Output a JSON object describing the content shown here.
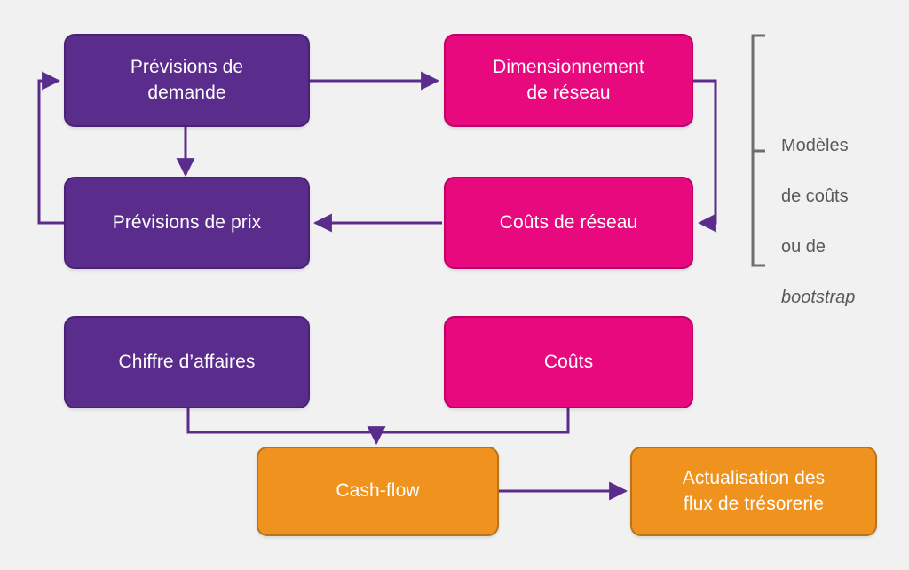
{
  "diagram": {
    "title_present": false,
    "background_color": "#f2f1f1",
    "colors": {
      "purple": "#5a2d8c",
      "purple_border": "#4a2275",
      "pink": "#e8097e",
      "pink_border": "#c00069",
      "orange": "#f0921e",
      "orange_border": "#b9741a",
      "connector": "#5a2d8c",
      "bracket": "#6e6e70",
      "label_text": "#59595b",
      "node_text": "#ffffff"
    },
    "nodes": [
      {
        "id": "previsions-demande",
        "label_line1": "Prévisions de",
        "label_line2": "demande",
        "color": "purple"
      },
      {
        "id": "dimensionnement",
        "label_line1": "Dimensionnement",
        "label_line2": "de réseau",
        "color": "pink"
      },
      {
        "id": "previsions-prix",
        "label_line1": "Prévisions de prix",
        "label_line2": "",
        "color": "purple"
      },
      {
        "id": "couts-reseau",
        "label_line1": "Coûts de réseau",
        "label_line2": "",
        "color": "pink"
      },
      {
        "id": "chiffre-affaires",
        "label_line1": "Chiffre d’affaires",
        "label_line2": "",
        "color": "purple"
      },
      {
        "id": "couts",
        "label_line1": "Coûts",
        "label_line2": "",
        "color": "pink"
      },
      {
        "id": "cash-flow",
        "label_line1": "Cash-flow",
        "label_line2": "",
        "color": "orange"
      },
      {
        "id": "actualisation",
        "label_line1": "Actualisation des",
        "label_line2": "flux de trésorerie",
        "color": "orange"
      }
    ],
    "bracket_label": {
      "line1": "Modèles",
      "line2": "de coûts",
      "line3": "ou de",
      "line4_italic": "bootstrap"
    }
  }
}
